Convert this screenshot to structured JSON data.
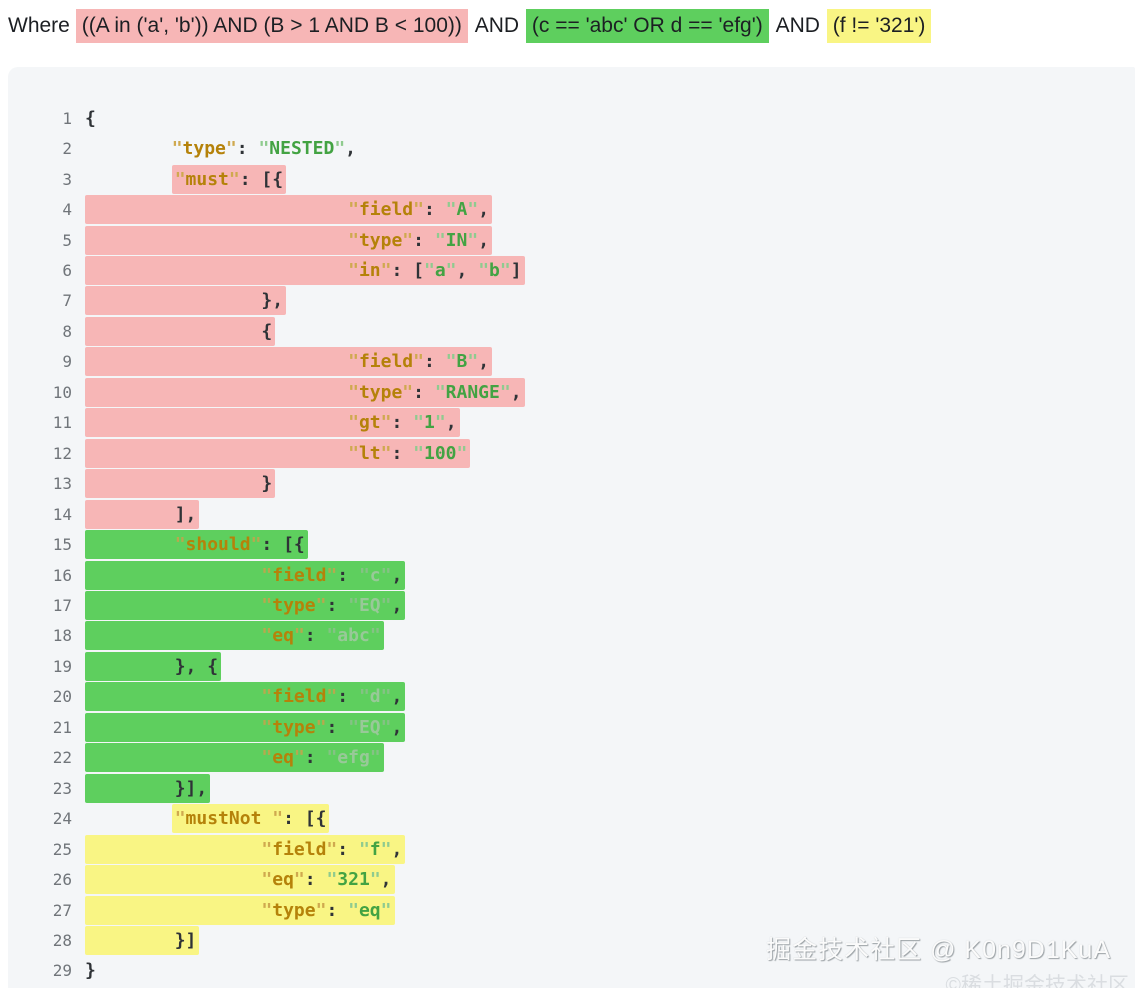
{
  "header": {
    "prefix": "Where",
    "segments": [
      {
        "text": "((A in ('a', 'b')) AND (B > 1 AND B < 100))",
        "hl": "pink"
      },
      {
        "text": "AND",
        "hl": null
      },
      {
        "text": "(c == 'abc' OR d == 'efg')",
        "hl": "green"
      },
      {
        "text": "AND",
        "hl": null
      },
      {
        "text": "(f != '321')",
        "hl": "yellow"
      }
    ]
  },
  "colors": {
    "pink": "#f7b6b6",
    "green": "#5ecf5e",
    "yellow": "#f9f584",
    "key": "#b5820a",
    "str": "#43a343",
    "punct": "#2f3337"
  },
  "code": {
    "lines": [
      {
        "n": 1,
        "hl": null,
        "pre": [
          {
            "t": "p",
            "v": "{"
          }
        ],
        "seg": []
      },
      {
        "n": 2,
        "hl": null,
        "pre": [
          {
            "t": "p",
            "v": "        "
          },
          {
            "t": "k",
            "v": "type"
          },
          {
            "t": "p",
            "v": ": "
          },
          {
            "t": "s",
            "v": "NESTED"
          },
          {
            "t": "p",
            "v": ","
          }
        ],
        "seg": []
      },
      {
        "n": 3,
        "hl": "pink",
        "pre": [
          {
            "t": "p",
            "v": "        "
          }
        ],
        "seg": [
          {
            "t": "k",
            "v": "must"
          },
          {
            "t": "p",
            "v": ": [{"
          }
        ]
      },
      {
        "n": 4,
        "hl": "pink",
        "pre": [],
        "seg": [
          {
            "t": "p",
            "v": "                        "
          },
          {
            "t": "k",
            "v": "field"
          },
          {
            "t": "p",
            "v": ": "
          },
          {
            "t": "s",
            "v": "A"
          },
          {
            "t": "p",
            "v": ","
          }
        ]
      },
      {
        "n": 5,
        "hl": "pink",
        "pre": [],
        "seg": [
          {
            "t": "p",
            "v": "                        "
          },
          {
            "t": "k",
            "v": "type"
          },
          {
            "t": "p",
            "v": ": "
          },
          {
            "t": "s",
            "v": "IN"
          },
          {
            "t": "p",
            "v": ","
          }
        ]
      },
      {
        "n": 6,
        "hl": "pink",
        "pre": [],
        "seg": [
          {
            "t": "p",
            "v": "                        "
          },
          {
            "t": "k",
            "v": "in"
          },
          {
            "t": "p",
            "v": ": ["
          },
          {
            "t": "s",
            "v": "a"
          },
          {
            "t": "p",
            "v": ", "
          },
          {
            "t": "s",
            "v": "b"
          },
          {
            "t": "p",
            "v": "]"
          }
        ]
      },
      {
        "n": 7,
        "hl": "pink",
        "pre": [],
        "seg": [
          {
            "t": "p",
            "v": "                },"
          }
        ]
      },
      {
        "n": 8,
        "hl": "pink",
        "pre": [],
        "seg": [
          {
            "t": "p",
            "v": "                {"
          }
        ]
      },
      {
        "n": 9,
        "hl": "pink",
        "pre": [],
        "seg": [
          {
            "t": "p",
            "v": "                        "
          },
          {
            "t": "k",
            "v": "field"
          },
          {
            "t": "p",
            "v": ": "
          },
          {
            "t": "s",
            "v": "B"
          },
          {
            "t": "p",
            "v": ","
          }
        ]
      },
      {
        "n": 10,
        "hl": "pink",
        "pre": [],
        "seg": [
          {
            "t": "p",
            "v": "                        "
          },
          {
            "t": "k",
            "v": "type"
          },
          {
            "t": "p",
            "v": ": "
          },
          {
            "t": "s",
            "v": "RANGE"
          },
          {
            "t": "p",
            "v": ","
          }
        ]
      },
      {
        "n": 11,
        "hl": "pink",
        "pre": [],
        "seg": [
          {
            "t": "p",
            "v": "                        "
          },
          {
            "t": "k",
            "v": "gt"
          },
          {
            "t": "p",
            "v": ": "
          },
          {
            "t": "s",
            "v": "1"
          },
          {
            "t": "p",
            "v": ","
          }
        ]
      },
      {
        "n": 12,
        "hl": "pink",
        "pre": [],
        "seg": [
          {
            "t": "p",
            "v": "                        "
          },
          {
            "t": "k",
            "v": "lt"
          },
          {
            "t": "p",
            "v": ": "
          },
          {
            "t": "s",
            "v": "100"
          }
        ]
      },
      {
        "n": 13,
        "hl": "pink",
        "pre": [],
        "seg": [
          {
            "t": "p",
            "v": "                }"
          }
        ]
      },
      {
        "n": 14,
        "hl": "pink",
        "pre": [],
        "seg": [
          {
            "t": "p",
            "v": "        ],"
          }
        ]
      },
      {
        "n": 15,
        "hl": "green",
        "pre": [],
        "seg": [
          {
            "t": "p",
            "v": "        "
          },
          {
            "t": "k",
            "v": "should"
          },
          {
            "t": "p",
            "v": ": [{"
          }
        ]
      },
      {
        "n": 16,
        "hl": "green",
        "pre": [],
        "seg": [
          {
            "t": "p",
            "v": "                "
          },
          {
            "t": "k",
            "v": "field"
          },
          {
            "t": "p",
            "v": ": "
          },
          {
            "t": "s",
            "v": "c"
          },
          {
            "t": "p",
            "v": ","
          }
        ]
      },
      {
        "n": 17,
        "hl": "green",
        "pre": [],
        "seg": [
          {
            "t": "p",
            "v": "                "
          },
          {
            "t": "k",
            "v": "type"
          },
          {
            "t": "p",
            "v": ": "
          },
          {
            "t": "s",
            "v": "EQ"
          },
          {
            "t": "p",
            "v": ","
          }
        ]
      },
      {
        "n": 18,
        "hl": "green",
        "pre": [],
        "seg": [
          {
            "t": "p",
            "v": "                "
          },
          {
            "t": "k",
            "v": "eq"
          },
          {
            "t": "p",
            "v": ": "
          },
          {
            "t": "s",
            "v": "abc"
          }
        ]
      },
      {
        "n": 19,
        "hl": "green",
        "pre": [],
        "seg": [
          {
            "t": "p",
            "v": "        }, {"
          }
        ]
      },
      {
        "n": 20,
        "hl": "green",
        "pre": [],
        "seg": [
          {
            "t": "p",
            "v": "                "
          },
          {
            "t": "k",
            "v": "field"
          },
          {
            "t": "p",
            "v": ": "
          },
          {
            "t": "s",
            "v": "d"
          },
          {
            "t": "p",
            "v": ","
          }
        ]
      },
      {
        "n": 21,
        "hl": "green",
        "pre": [],
        "seg": [
          {
            "t": "p",
            "v": "                "
          },
          {
            "t": "k",
            "v": "type"
          },
          {
            "t": "p",
            "v": ": "
          },
          {
            "t": "s",
            "v": "EQ"
          },
          {
            "t": "p",
            "v": ","
          }
        ]
      },
      {
        "n": 22,
        "hl": "green",
        "pre": [],
        "seg": [
          {
            "t": "p",
            "v": "                "
          },
          {
            "t": "k",
            "v": "eq"
          },
          {
            "t": "p",
            "v": ": "
          },
          {
            "t": "s",
            "v": "efg"
          }
        ]
      },
      {
        "n": 23,
        "hl": "green",
        "pre": [],
        "seg": [
          {
            "t": "p",
            "v": "        }],"
          }
        ]
      },
      {
        "n": 24,
        "hl": "yellow",
        "pre": [
          {
            "t": "p",
            "v": "        "
          }
        ],
        "seg": [
          {
            "t": "k",
            "v": "mustNot "
          },
          {
            "t": "p",
            "v": ": [{"
          }
        ]
      },
      {
        "n": 25,
        "hl": "yellow",
        "pre": [],
        "seg": [
          {
            "t": "p",
            "v": "                "
          },
          {
            "t": "k",
            "v": "field"
          },
          {
            "t": "p",
            "v": ": "
          },
          {
            "t": "s",
            "v": "f"
          },
          {
            "t": "p",
            "v": ","
          }
        ]
      },
      {
        "n": 26,
        "hl": "yellow",
        "pre": [],
        "seg": [
          {
            "t": "p",
            "v": "                "
          },
          {
            "t": "k",
            "v": "eq"
          },
          {
            "t": "p",
            "v": ": "
          },
          {
            "t": "s",
            "v": "321"
          },
          {
            "t": "p",
            "v": ","
          }
        ]
      },
      {
        "n": 27,
        "hl": "yellow",
        "pre": [],
        "seg": [
          {
            "t": "p",
            "v": "                "
          },
          {
            "t": "k",
            "v": "type"
          },
          {
            "t": "p",
            "v": ": "
          },
          {
            "t": "s",
            "v": "eq"
          }
        ]
      },
      {
        "n": 28,
        "hl": "yellow",
        "pre": [],
        "seg": [
          {
            "t": "p",
            "v": "        }]"
          }
        ]
      },
      {
        "n": 29,
        "hl": null,
        "pre": [
          {
            "t": "p",
            "v": "}"
          }
        ],
        "seg": []
      }
    ]
  },
  "watermark": {
    "main": "掘金技术社区 @ K0n9D1KuA",
    "footer": "©稀土掘金技术社区"
  }
}
